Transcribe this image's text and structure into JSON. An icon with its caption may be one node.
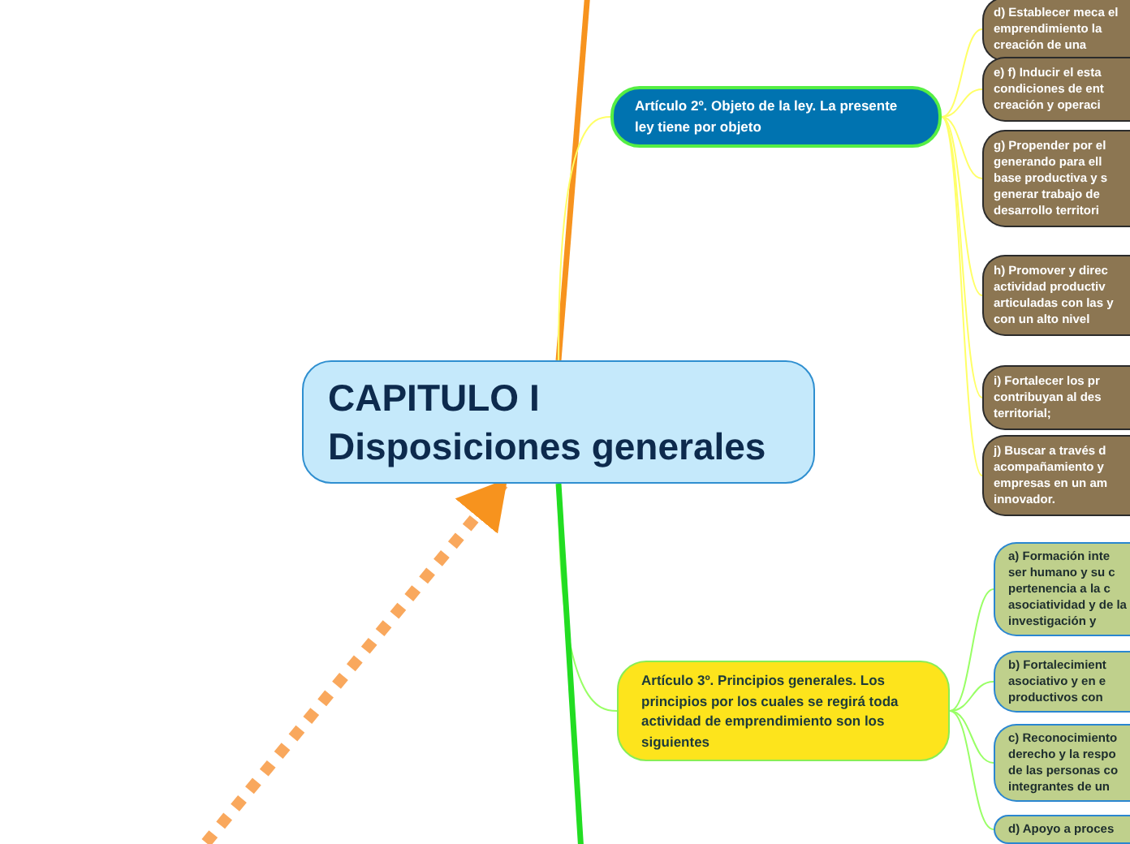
{
  "diagram": {
    "nodes": [
      {
        "text": [
          "CAPITULO I",
          "Disposiciones generales"
        ]
      },
      {
        "text": [
          "Artículo 2º. Objeto de la ley. La presente ley tiene por objeto"
        ]
      },
      {
        "text": [
          "d) Establecer meca el emprendimiento la creación de una"
        ]
      },
      {
        "text": [
          "e) f) Inducir el esta condiciones de ent creación y operaci"
        ]
      },
      {
        "text": [
          "g) Propender por el generando para ell base productiva y s generar trabajo de desarrollo territori"
        ]
      },
      {
        "text": [
          "h) Promover y direc actividad productiv articuladas con las y con un alto nivel"
        ]
      },
      {
        "text": [
          "i) Fortalecer los pr contribuyan al des territorial;"
        ]
      },
      {
        "text": [
          "j) Buscar a través d acompañamiento y empresas en un am innovador."
        ]
      },
      {
        "text": [
          "Artículo 3º. Principios generales. Los principios por los cuales se regirá toda actividad de emprendimiento son los siguientes"
        ]
      },
      {
        "text": [
          "a) Formación inte ser humano y su c pertenencia a la c asociatividad y de la investigación y"
        ]
      },
      {
        "text": [
          "b) Fortalecimient asociativo y en e productivos con"
        ]
      },
      {
        "text": [
          "c) Reconocimiento derecho y la respo de las personas co integrantes de un"
        ]
      },
      {
        "text": [
          "d) Apoyo a proces"
        ]
      }
    ],
    "edges": [
      {
        "from": 0,
        "to": null,
        "arrow": "none",
        "style": "thick",
        "color": "#f7931e"
      },
      {
        "from": 0,
        "to": 1,
        "arrow": "none"
      },
      {
        "from": 1,
        "to": 2,
        "arrow": "none"
      },
      {
        "from": 1,
        "to": 3,
        "arrow": "none"
      },
      {
        "from": 1,
        "to": 4,
        "arrow": "none"
      },
      {
        "from": 1,
        "to": 5,
        "arrow": "none"
      },
      {
        "from": 1,
        "to": 6,
        "arrow": "none"
      },
      {
        "from": 1,
        "to": 7,
        "arrow": "none"
      },
      {
        "from": 0,
        "to": 8,
        "arrow": "none",
        "color": "#99ff66"
      },
      {
        "from": 8,
        "to": 9,
        "arrow": "none",
        "color": "#99ff66"
      },
      {
        "from": 8,
        "to": 10,
        "arrow": "none",
        "color": "#99ff66"
      },
      {
        "from": 8,
        "to": 11,
        "arrow": "none",
        "color": "#99ff66"
      },
      {
        "from": 8,
        "to": 12,
        "arrow": "none",
        "color": "#99ff66"
      },
      {
        "from": 0,
        "to": null,
        "arrow": "none",
        "style": "thick",
        "color": "#22dd22"
      },
      {
        "from": null,
        "to": 0,
        "arrow": "to",
        "style": "dashed",
        "color": "#f9a85d"
      }
    ]
  }
}
